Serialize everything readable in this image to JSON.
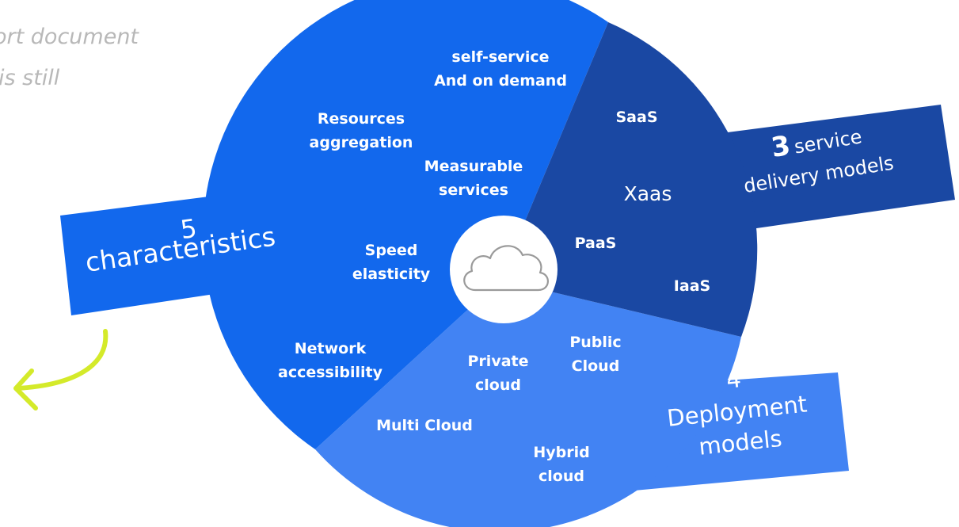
{
  "background_text": {
    "line1": "ort document",
    "line2": "is still"
  },
  "center": {
    "icon": "cloud-icon"
  },
  "characteristics": {
    "count": "5",
    "title": "characteristics",
    "items": [
      {
        "l1": "self-service",
        "l2": "And on demand"
      },
      {
        "l1": "Resources",
        "l2": "aggregation"
      },
      {
        "l1": "Measurable",
        "l2": "services"
      },
      {
        "l1": "Speed",
        "l2": "elasticity"
      },
      {
        "l1": "Network",
        "l2": "accessibility"
      }
    ]
  },
  "service_models": {
    "count": "3",
    "title_l1": "service",
    "title_l2": "delivery models",
    "hub": "Xaas",
    "items": [
      "SaaS",
      "PaaS",
      "IaaS"
    ]
  },
  "deployment_models": {
    "count": "4",
    "title_l1": "Deployment",
    "title_l2": "models",
    "items": [
      {
        "l1": "Private",
        "l2": "cloud"
      },
      {
        "l1": "Public",
        "l2": "Cloud"
      },
      {
        "l1": "Multi Cloud",
        "l2": ""
      },
      {
        "l1": "Hybrid",
        "l2": "cloud"
      }
    ]
  },
  "colors": {
    "characteristics_blue": "#1268ed",
    "service_navy": "#1a48a3",
    "deployment_light_blue": "#4283f3",
    "arrow_green": "#d4ea2a",
    "background_text_gray": "#b8b8b8"
  }
}
